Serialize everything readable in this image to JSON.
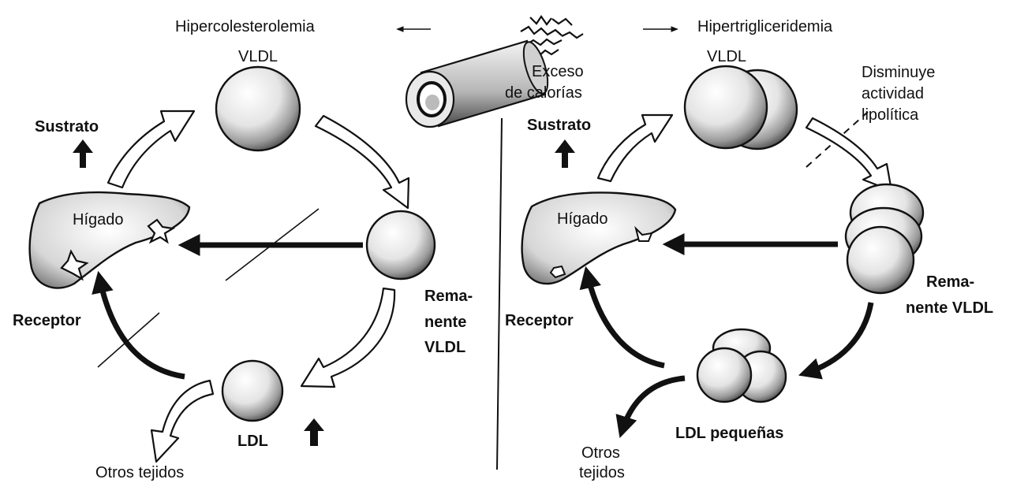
{
  "top": {
    "left_title": "Hipercolesterolemia",
    "right_title": "Hipertrigliceridemia",
    "center_line1": "Exceso",
    "center_line2": "de calorías"
  },
  "left": {
    "vldl": "VLDL",
    "sustrato": "Sustrato",
    "higado": "Hígado",
    "receptor": "Receptor",
    "remanente_line1": "Rema-",
    "remanente_line2": "nente",
    "remanente_line3": "VLDL",
    "ldl": "LDL",
    "otros": "Otros tejidos"
  },
  "right": {
    "vldl": "VLDL",
    "sustrato": "Sustrato",
    "higado": "Hígado",
    "receptor": "Receptor",
    "disminuye_line1": "Disminuye",
    "disminuye_line2": "actividad",
    "disminuye_line3": "lipolítica",
    "remanente_line1": "Rema-",
    "remanente_line2": "nente VLDL",
    "ldl": "LDL pequeñas",
    "otros_line1": "Otros",
    "otros_line2": "tejidos"
  }
}
